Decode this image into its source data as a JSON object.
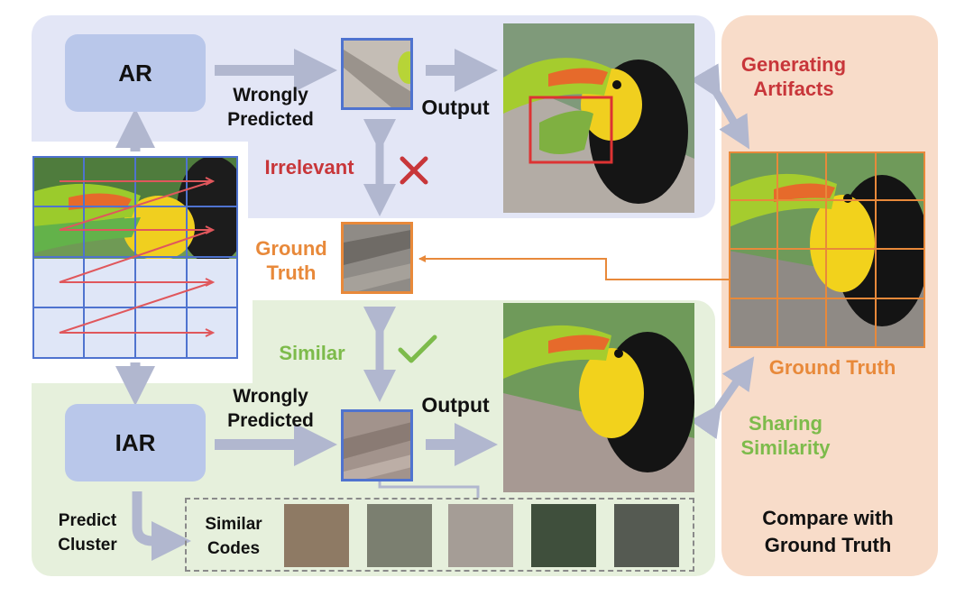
{
  "labels": {
    "ar": "AR",
    "iar": "IAR",
    "wrongly_predicted_top": "Wrongly\nPredicted",
    "wrongly_predicted_bottom": "Wrongly\nPredicted",
    "output_top": "Output",
    "output_bottom": "Output",
    "irrelevant": "Irrelevant",
    "ground_truth_left": "Ground\nTruth",
    "similar": "Similar",
    "generating_artifacts": "Generating\nArtifacts",
    "ground_truth_right": "Ground Truth",
    "sharing_similarity": "Sharing\nSimilarity",
    "compare_with_ground_truth": "Compare with\nGround Truth",
    "predict_cluster": "Predict\nCluster",
    "similar_codes": "Similar\nCodes"
  },
  "colors": {
    "ar_panel": "#e3e6f6",
    "iar_panel": "#e6f0dc",
    "compare_panel": "#f8dcc9",
    "model_box": "#b9c7ea",
    "arrow_gray": "#b1b7cf",
    "patch_border_blue": "#4f73cf",
    "patch_border_orange": "#e8893a",
    "red_text": "#c8363a",
    "orange_text": "#e8893a",
    "green_text": "#7dbb4b",
    "zigzag_red": "#e0575c"
  },
  "icons": {
    "irrelevant_mark": "cross-icon",
    "similar_mark": "check-icon"
  }
}
